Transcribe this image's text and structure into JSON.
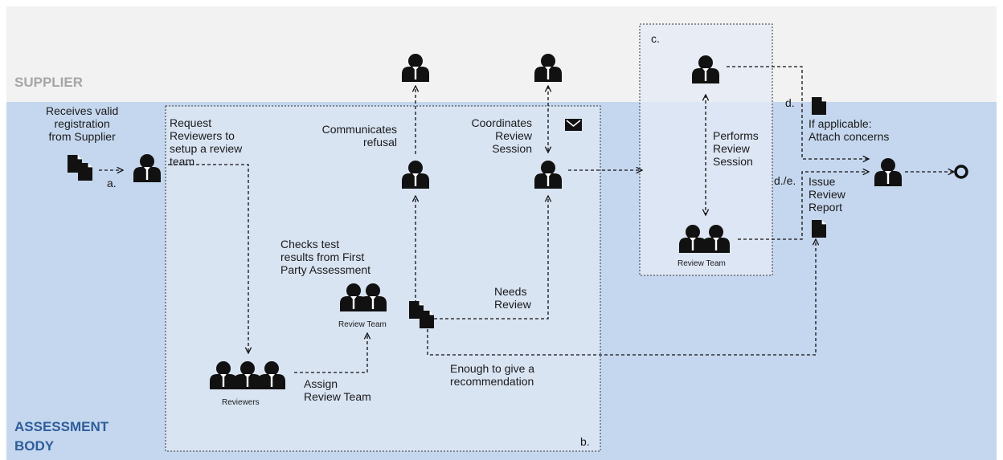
{
  "lanes": {
    "supplier": "SUPPLIER",
    "assessment_body": "ASSESSMENT\nBODY"
  },
  "colors": {
    "supplier_band": "#f2f2f2",
    "assessment_band": "#c5d7ee",
    "box_fill": "#d9e4f3",
    "supplier_label": "#a6a6a6",
    "assessment_label": "#2e5d9a",
    "icon": "#111111"
  },
  "labels": {
    "receives": "Receives valid\nregistration\nfrom Supplier",
    "a": "a.",
    "request": "Request\nReviewers to\nsetup a review\nteam",
    "communicates": "Communicates\nrefusal",
    "coordinates": "Coordinates\nReview\nSession",
    "checks": "Checks test\nresults from First\nParty Assessment",
    "needs_review": "Needs\nReview",
    "assign": "Assign\nReview Team",
    "enough": "Enough to give a\nrecommendation",
    "b": "b.",
    "c": "c.",
    "performs": "Performs\nReview\nSession",
    "d": "d.",
    "if_applicable": "If applicable:\nAttach concerns",
    "de": "d./e.",
    "issue": "Issue\nReview\nReport",
    "reviewers": "Reviewers",
    "review_team_1": "Review Team",
    "review_team_2": "Review Team"
  },
  "icons": {
    "person": "person-icon",
    "group": "group-icon",
    "document": "document-icon",
    "documents": "documents-icon",
    "envelope": "envelope-icon",
    "end": "end-circle-icon"
  }
}
